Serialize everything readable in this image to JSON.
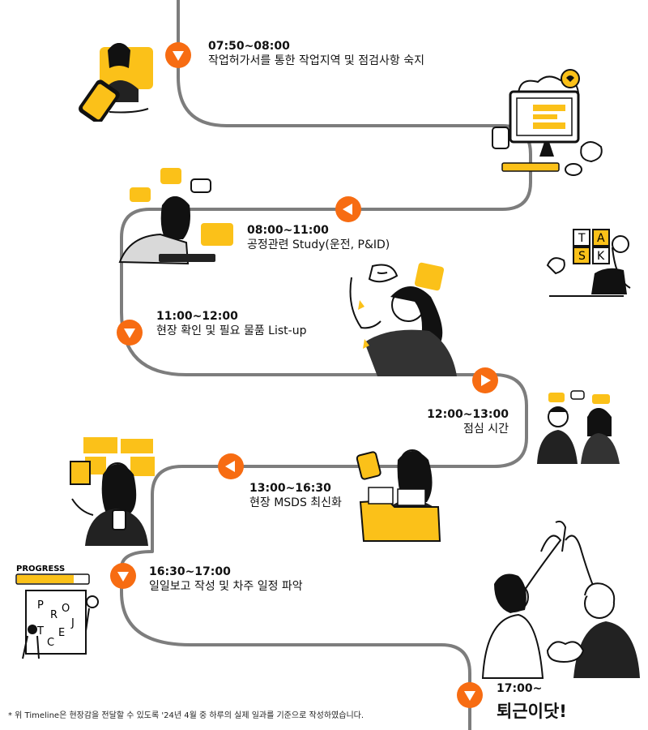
{
  "colors": {
    "accent": "#f76c12",
    "route": "#7d7d7d",
    "illustration_yellow": "#fbc119",
    "ink": "#111111"
  },
  "timeline": [
    {
      "time": "07:50~08:00",
      "desc": "작업허가서를 통한 작업지역 및 점검사항 숙지",
      "marker": "down-arrow-icon"
    },
    {
      "time": "08:00~11:00",
      "desc": "공정관련 Study(운전, P&ID)",
      "marker": "left-arrow-icon"
    },
    {
      "time": "11:00~12:00",
      "desc": "현장 확인 및 필요 물품 List-up",
      "marker": "down-arrow-icon"
    },
    {
      "time": "12:00~13:00",
      "desc": "점심 시간",
      "marker": "right-arrow-icon"
    },
    {
      "time": "13:00~16:30",
      "desc": "현장 MSDS 최신화",
      "marker": "left-arrow-icon"
    },
    {
      "time": "16:30~17:00",
      "desc": "일일보고 작성 및 차주 일정 파악",
      "marker": "down-arrow-icon"
    },
    {
      "time": "17:00~",
      "desc": "퇴근이닷!",
      "marker": "down-arrow-icon"
    }
  ],
  "illustrations": {
    "task_letters": [
      "T",
      "A",
      "S",
      "K"
    ],
    "progress_label": "PROGRESS",
    "project_letters": [
      "P",
      "R",
      "O",
      "J",
      "E",
      "C",
      "T"
    ]
  },
  "footnote": "* 위 Timeline은 현장감을 전달할 수 있도록 '24년 4월 중 하루의 실제 일과를 기준으로 작성하였습니다."
}
